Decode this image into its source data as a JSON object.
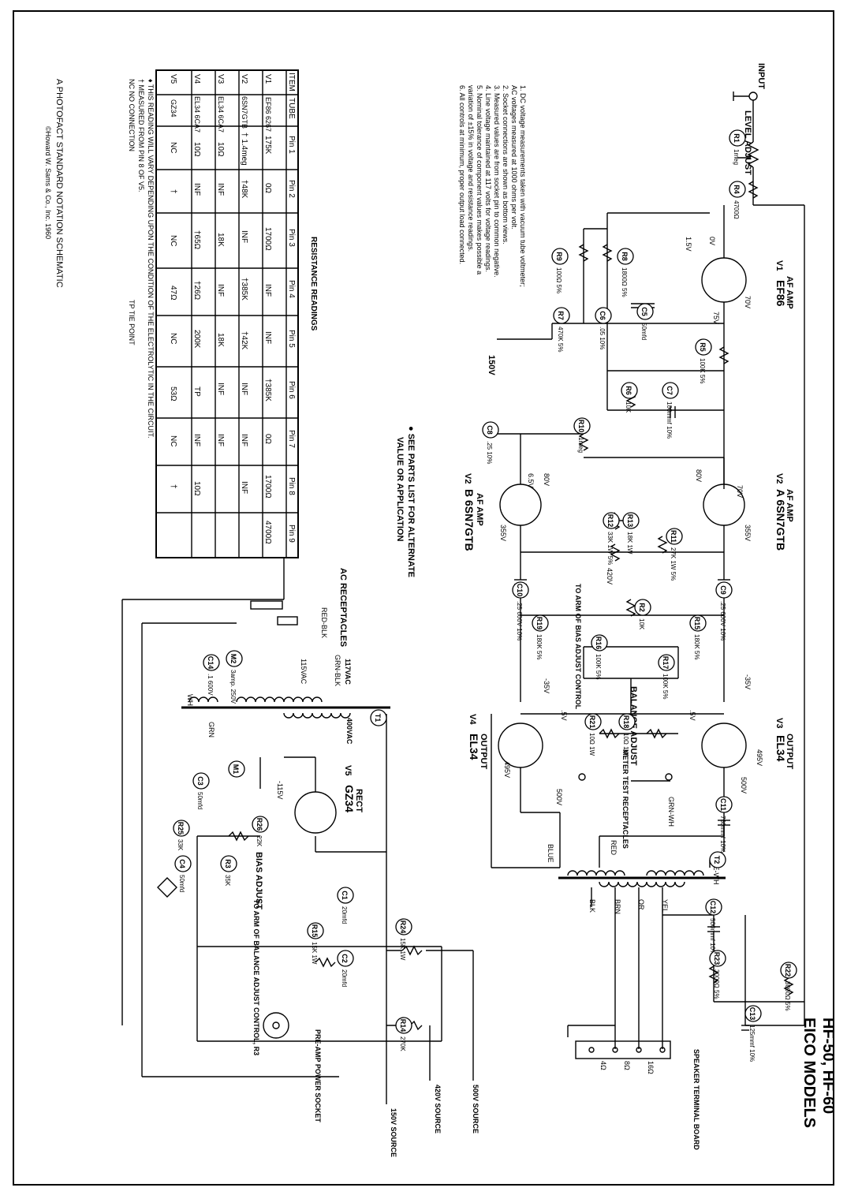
{
  "title": {
    "line1": "EICO MODELS",
    "line2": "HF-50, HF-60"
  },
  "footer": {
    "line1": "A PHOTOFACT STANDARD NOTATION SCHEMATIC",
    "line2": "©Howard W. Sams & Co., Inc. 1960"
  },
  "notes": [
    "1.  DC voltage measurements taken with vacuum tube voltmeter;",
    "     AC voltages measured at 1000 ohms per volt.",
    "2.  Socket connections are shown as bottom views.",
    "3.  Measured values are from socket pin to common negative.",
    "4.  Line voltage maintained at 117 volts for voltage readings.",
    "5.  Nominal tolerance of component values makes possible a",
    "     variation of ±15% in voltage and resistance readings.",
    "6.  All controls at minimum, proper output load connected."
  ],
  "see_parts": {
    "line1": "● SEE PARTS LIST FOR ALTERNATE",
    "line2": "VALUE OR APPLICATION"
  },
  "resistance_table": {
    "title": "RESISTANCE READINGS",
    "headers": [
      "ITEM",
      "TUBE",
      "Pin 1",
      "Pin 2",
      "Pin 3",
      "Pin 4",
      "Pin 5",
      "Pin 6",
      "Pin 7",
      "Pin 8",
      "Pin 9"
    ],
    "rows": [
      [
        "V1",
        "EF86 6267",
        "175K",
        "0Ω",
        "1700Ω",
        "INF",
        "INF",
        "†385K",
        "0Ω",
        "1700Ω",
        "4700Ω"
      ],
      [
        "V2",
        "6SN7GTB",
        "† 1.4meg",
        "†48K",
        "INF",
        "†385K",
        "†42K",
        "INF",
        "INF",
        "INF",
        ""
      ],
      [
        "V3",
        "EL34 6CA7",
        "10Ω",
        "INF",
        "18K",
        "INF",
        "18K",
        "INF",
        "INF",
        "",
        ""
      ],
      [
        "V4",
        "EL34 6CA7",
        "10Ω",
        "INF",
        "†65Ω",
        "†26Ω",
        "200K",
        "TP",
        "INF",
        "10Ω",
        ""
      ],
      [
        "V5",
        "GZ34",
        "NC",
        "†",
        "NC",
        "47Ω",
        "NC",
        "53Ω",
        "NC",
        "†",
        ""
      ]
    ],
    "footnotes": [
      "♦   THIS READING WILL VARY DEPENDING UPON THE CONDITION OF THE ELECTROLYTIC IN THE CIRCUIT.",
      "†   MEASURED FROM PIN 8 OF V5.",
      "NC  NO CONNECTION",
      "TP  TIE POINT"
    ]
  },
  "schematic": {
    "input": "INPUT",
    "level_adjust": "LEVEL ADJUST",
    "v1": {
      "ref": "V1",
      "label": "AF AMP",
      "tube": "EF86"
    },
    "v2a": {
      "ref": "V2",
      "label": "AF AMP",
      "tube": "A 6SN7GTB"
    },
    "v2b": {
      "ref": "V2",
      "label": "AF AMP",
      "tube": "B 6SN7GTB"
    },
    "v3": {
      "ref": "V3",
      "label": "OUTPUT",
      "tube": "EL34"
    },
    "v4": {
      "ref": "V4",
      "label": "OUTPUT",
      "tube": "EL34"
    },
    "v5": {
      "ref": "V5",
      "label": "RECT",
      "tube": "GZ34"
    },
    "balance_adjust": "BALANCE ADJUST",
    "bias_adjust": "BIAS ADJUST",
    "meter_test": "METER TEST RECEPTACLES",
    "ac_receptacles": "AC RECEPTACLES",
    "speaker_board": "SPEAKER TERMINAL BOARD",
    "preamp_socket": "PRE-AMP POWER SOCKET",
    "to_arm_bias": "TO ARM OF BIAS ADJUST CONTROL",
    "to_arm_balance": "TO ARM OF BALANCE ADJUST CONTROL, R3",
    "sources": [
      "500V SOURCE",
      "420V SOURCE",
      "150V SOURCE"
    ],
    "voltages": [
      "0V",
      "1.5V",
      "70V",
      "75V",
      "150V",
      "80V",
      "80V",
      "6.5V",
      "70V",
      "355V",
      "355V",
      "420V",
      "-35V",
      "-35V",
      ".5V",
      ".5V",
      "495V",
      "495V",
      "500V",
      "500V",
      "400VAC",
      "-115V",
      "117VAC",
      "115VAC"
    ],
    "tap_labels": [
      "16Ω",
      "8Ω",
      "4Ω"
    ],
    "wire_colors": [
      "BLUE",
      "BLUE-WH",
      "GRN-WH",
      "RED",
      "BRN",
      "OR",
      "YEL",
      "BLK",
      "RED-BLK",
      "GRN-BLK",
      "GRN",
      "WH"
    ],
    "components": [
      {
        "ref": "R1",
        "value": "1meg"
      },
      {
        "ref": "R4",
        "value": "4700Ω"
      },
      {
        "ref": "R8",
        "value": "1800Ω 5%"
      },
      {
        "ref": "R9",
        "value": "100Ω 5%"
      },
      {
        "ref": "C5",
        "value": "50mfd"
      },
      {
        "ref": "C6",
        "value": ".05 10%"
      },
      {
        "ref": "R7",
        "value": "470K 5%"
      },
      {
        "ref": "R5",
        "value": "100K 5%"
      },
      {
        "ref": "R6",
        "value": "10K"
      },
      {
        "ref": "C7",
        "value": "100mmf 10%"
      },
      {
        "ref": "R10",
        "value": "1meg"
      },
      {
        "ref": "C8",
        "value": ".25 10%"
      },
      {
        "ref": "R13",
        "value": "18K 1W"
      },
      {
        "ref": "R12",
        "value": "33K 1W 5%"
      },
      {
        "ref": "R11",
        "value": "27K 1W 5%"
      },
      {
        "ref": "C9",
        "value": ".25 600V 10%"
      },
      {
        "ref": "C10",
        "value": ".25 600V 10%"
      },
      {
        "ref": "R15",
        "value": "180K 5%"
      },
      {
        "ref": "R19",
        "value": "180K 5%"
      },
      {
        "ref": "R2",
        "value": "10K"
      },
      {
        "ref": "R16",
        "value": "100K 5%"
      },
      {
        "ref": "R17",
        "value": "100K 5%"
      },
      {
        "ref": "R18",
        "value": "10Ω 1W"
      },
      {
        "ref": "R21",
        "value": "10Ω 1W"
      },
      {
        "ref": "C11",
        "value": "750mmf 10%"
      },
      {
        "ref": "C12",
        "value": "500mmf 10%"
      },
      {
        "ref": "R22",
        "value": "3000Ω 5%"
      },
      {
        "ref": "R23",
        "value": "3000Ω 5%"
      },
      {
        "ref": "C13",
        "value": "125mmf 10%"
      },
      {
        "ref": "C14",
        "value": ".1 600V"
      },
      {
        "ref": "M2",
        "value": "3amp. 250V"
      },
      {
        "ref": "C1",
        "value": "20mfd"
      },
      {
        "ref": "C2",
        "value": "20mfd"
      },
      {
        "ref": "C3",
        "value": "50mfd"
      },
      {
        "ref": "C4",
        "value": "50mfd"
      },
      {
        "ref": "R24",
        "value": "15K 1W"
      },
      {
        "ref": "R14",
        "value": "270K"
      },
      {
        "ref": "R15",
        "value": "15K 1W"
      },
      {
        "ref": "R25",
        "value": "33K"
      },
      {
        "ref": "R26",
        "value": "22K"
      },
      {
        "ref": "R3",
        "value": "35K"
      },
      {
        "ref": "M1",
        "value": ""
      },
      {
        "ref": "T1",
        "value": ""
      },
      {
        "ref": "T2",
        "value": ""
      }
    ]
  }
}
